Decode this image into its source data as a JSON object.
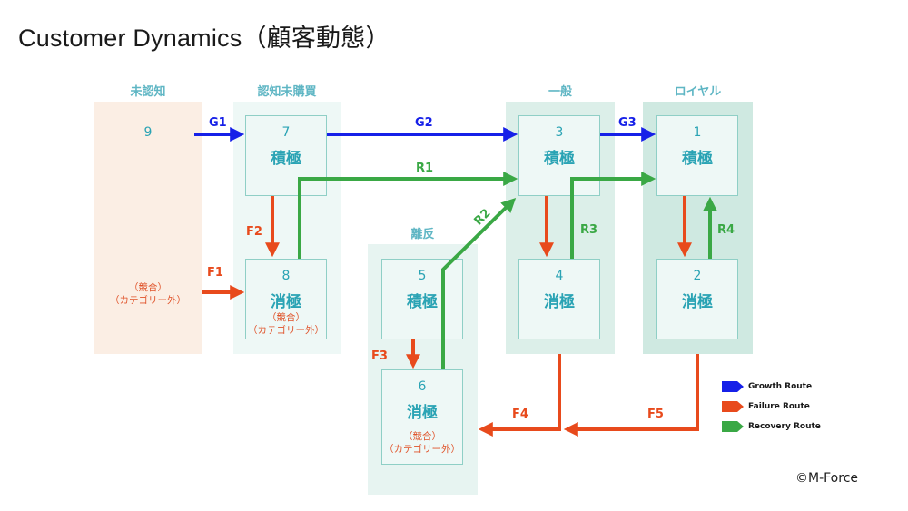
{
  "title": "Customer Dynamics（顧客動態）",
  "stages": {
    "unaware": "未認知",
    "aware_not_buying": "認知未購買",
    "lapsed": "離反",
    "general": "一般",
    "loyal": "ロイヤル"
  },
  "nodes": {
    "n9": {
      "num": "9",
      "comp1": "（競合）",
      "comp2": "（カテゴリー外）"
    },
    "n7": {
      "num": "7",
      "label": "積極"
    },
    "n8": {
      "num": "8",
      "label": "消極",
      "comp1": "（競合）",
      "comp2": "（カテゴリー外）"
    },
    "n5": {
      "num": "5",
      "label": "積極"
    },
    "n6": {
      "num": "6",
      "label": "消極",
      "comp1": "（競合）",
      "comp2": "（カテゴリー外）"
    },
    "n3": {
      "num": "3",
      "label": "積極"
    },
    "n4": {
      "num": "4",
      "label": "消極"
    },
    "n1": {
      "num": "1",
      "label": "積極"
    },
    "n2": {
      "num": "2",
      "label": "消極"
    }
  },
  "routes": {
    "g1": "G1",
    "g2": "G2",
    "g3": "G3",
    "f1": "F1",
    "f2": "F2",
    "f3": "F3",
    "f4": "F4",
    "f5": "F5",
    "r1": "R1",
    "r2": "R2",
    "r3": "R3",
    "r4": "R4"
  },
  "legend": {
    "growth": "Growth Route",
    "failure": "Failure Route",
    "recovery": "Recovery Route"
  },
  "colors": {
    "growth": "#1620e8",
    "failure": "#e84a1c",
    "recovery": "#3aa845",
    "unaware_bg": "#fbeee4",
    "aware_bg": "#eef8f6",
    "general_bg": "#dcefe9",
    "loyal_bg": "#cfe9e1"
  },
  "credit": "©M-Force"
}
